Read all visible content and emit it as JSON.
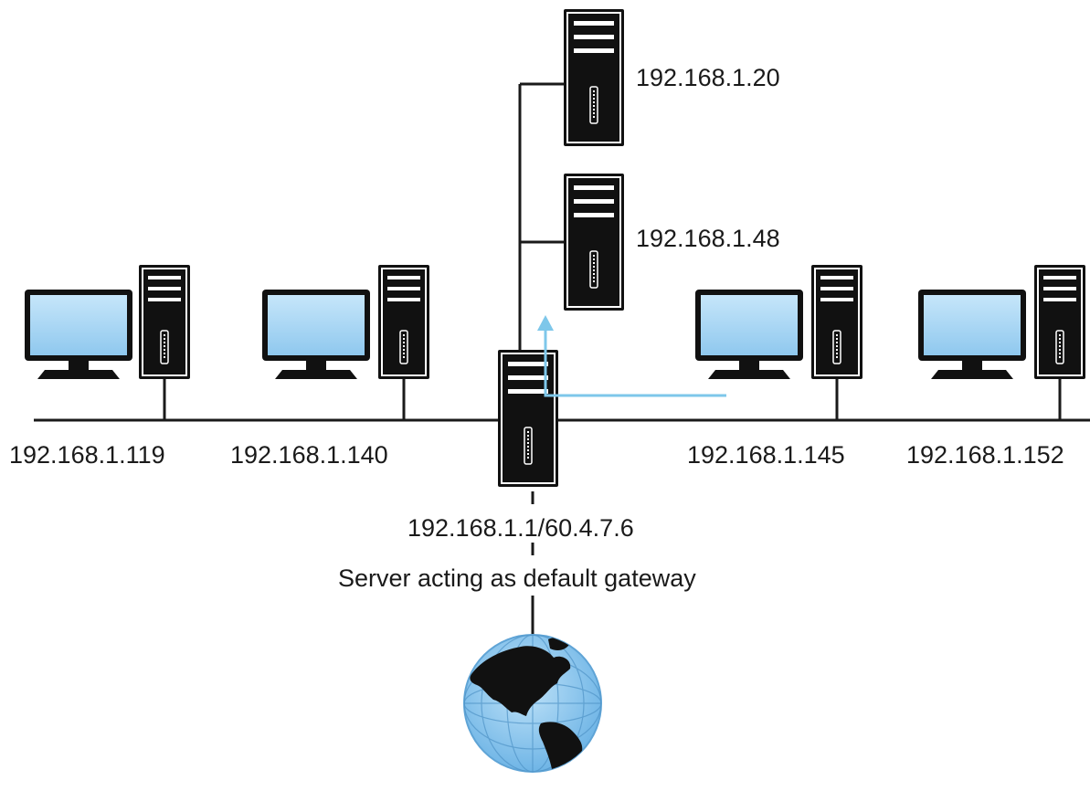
{
  "colors": {
    "line": "#1a1a1a",
    "server_body": "#111111",
    "screen_fill": "#a9d5f2",
    "arrow": "#7ec7ea",
    "globe_ocean": "#8ec7ee",
    "land": "#111111"
  },
  "servers": [
    {
      "id": "server-top",
      "ip": "192.168.1.20"
    },
    {
      "id": "server-middle",
      "ip": "192.168.1.48"
    }
  ],
  "workstations": [
    {
      "id": "pc-1",
      "ip": "192.168.1.119"
    },
    {
      "id": "pc-2",
      "ip": "192.168.1.140"
    },
    {
      "id": "pc-3",
      "ip": "192.168.1.145"
    },
    {
      "id": "pc-4",
      "ip": "192.168.1.152"
    }
  ],
  "gateway": {
    "ip": "192.168.1.1/60.4.7.6",
    "caption": "Server acting as default gateway"
  },
  "internet": {
    "icon": "globe-icon"
  }
}
